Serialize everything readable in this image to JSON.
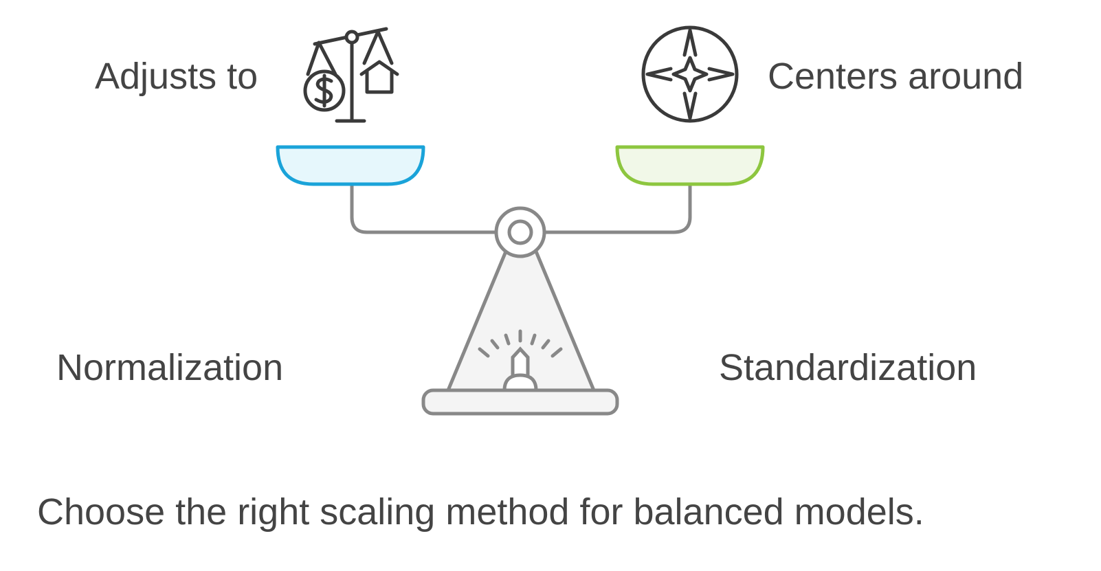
{
  "labels": {
    "left_top": "Adjusts to",
    "right_top": "Centers around",
    "left_bottom": "Normalization",
    "right_bottom": "Standardization"
  },
  "caption": "Choose the right scaling method for balanced models.",
  "colors": {
    "text": "#444444",
    "stroke": "#888888",
    "icon_stroke": "#3a3a3a",
    "left_pan_stroke": "#1aa3d9",
    "left_pan_fill": "#e6f7fc",
    "right_pan_stroke": "#8dc63f",
    "right_pan_fill": "#f1f8e8",
    "base_fill": "#f4f4f4"
  },
  "icons": {
    "left": "balance-scale-money-house-icon",
    "right": "compass-rose-icon",
    "center": "gauge-icon"
  }
}
